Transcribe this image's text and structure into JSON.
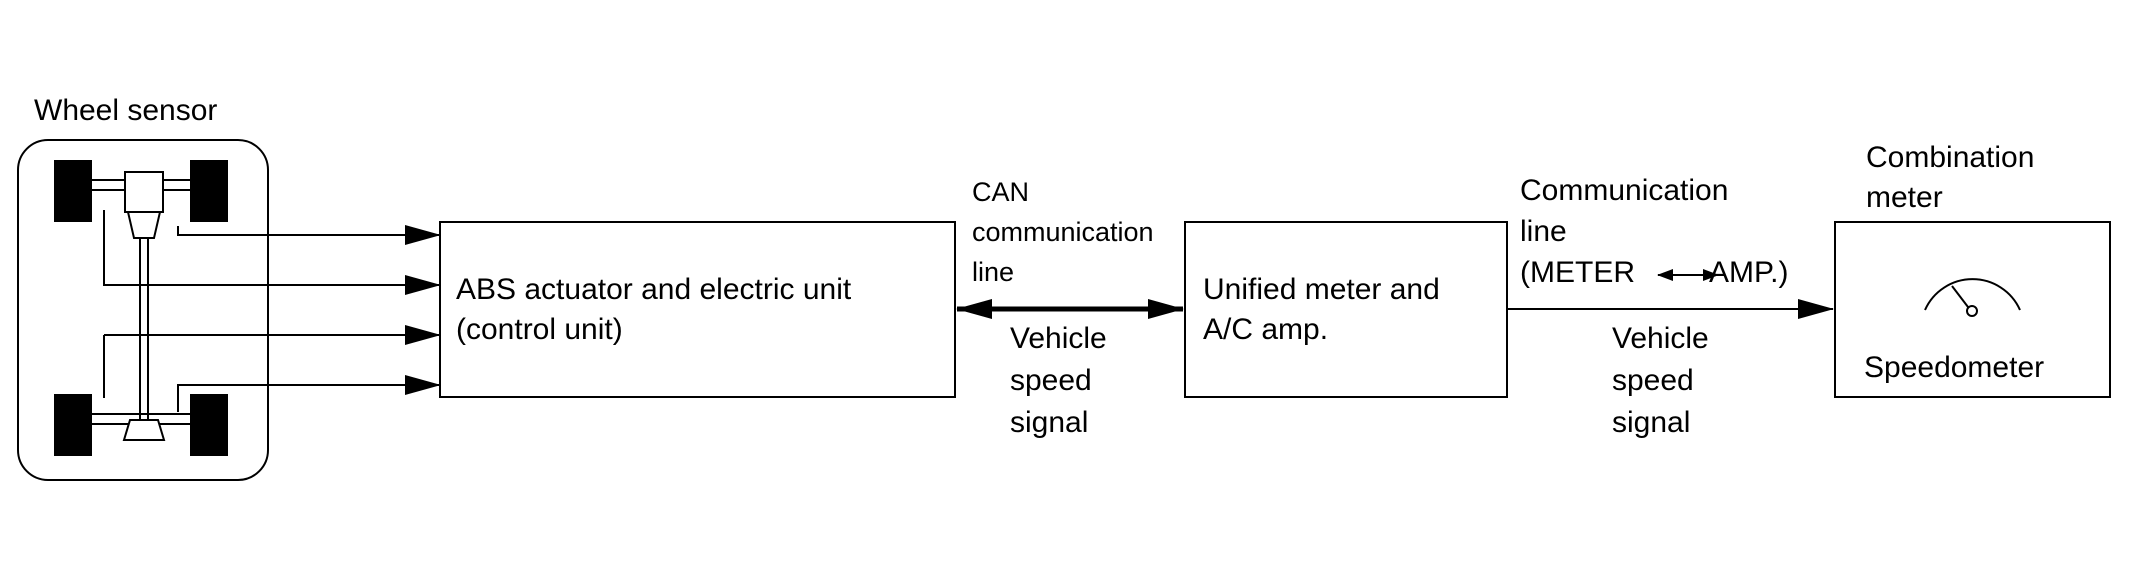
{
  "labels": {
    "wheel_sensor": "Wheel sensor",
    "abs_unit_line1": "ABS actuator and electric unit",
    "abs_unit_line2": "(control unit)",
    "can_line1": "CAN",
    "can_line2": "communication",
    "can_line3": "line",
    "signal_left_line1": "Vehicle",
    "signal_left_line2": "speed",
    "signal_left_line3": "signal",
    "unified_line1": "Unified meter and",
    "unified_line2": "A/C amp.",
    "comm_line1": "Communication",
    "comm_line2": "line",
    "comm_line3_left": "(METER",
    "comm_line3_right": "AMP.)",
    "signal_right_line1": "Vehicle",
    "signal_right_line2": "speed",
    "signal_right_line3": "signal",
    "combination_line1": "Combination",
    "combination_line2": "meter",
    "speedometer": "Speedometer"
  }
}
